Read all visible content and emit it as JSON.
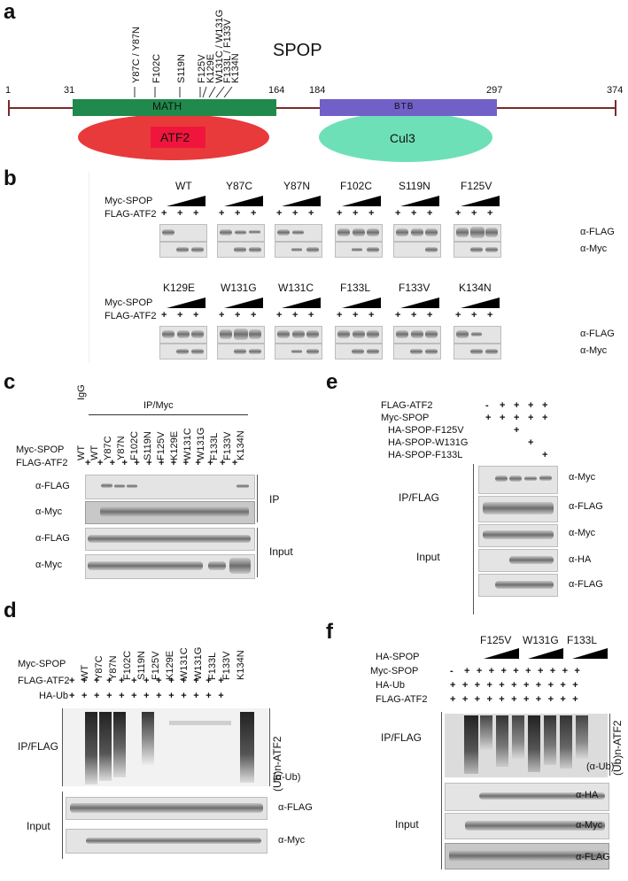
{
  "panels": {
    "a": "a",
    "b": "b",
    "c": "c",
    "d": "d",
    "e": "e",
    "f": "f"
  },
  "a": {
    "protein": "SPOP",
    "positions": [
      "1",
      "31",
      "164",
      "184",
      "297",
      "374"
    ],
    "domains": {
      "math": "MATH",
      "btb": "BTB"
    },
    "partners": {
      "atf2": "ATF2",
      "cul3": "Cul3"
    },
    "mutations": [
      "Y87C / Y87N",
      "F102C",
      "S119N",
      "F125V",
      "K129E",
      "W131C / W131G",
      "F133L / F133V",
      "K134N"
    ]
  },
  "b": {
    "row_labels": [
      "Myc-SPOP",
      "FLAG-ATF2"
    ],
    "top_groups": [
      "WT",
      "Y87C",
      "Y87N",
      "F102C",
      "S119N",
      "F125V"
    ],
    "bottom_groups": [
      "K129E",
      "W131G",
      "W131C",
      "F133L",
      "F133V",
      "K134N"
    ],
    "antibodies": [
      "α-FLAG",
      "α-Myc"
    ],
    "plus": "+"
  },
  "c": {
    "ip_header": "IP/Myc",
    "igg": "IgG",
    "lanes": [
      "WT",
      "WT",
      "Y87C",
      "Y87N",
      "F102C",
      "S119N",
      "F125V",
      "K129E",
      "W131C",
      "W131G",
      "F133L",
      "F133V",
      "K134N"
    ],
    "row_labels": [
      "Myc-SPOP",
      "FLAG-ATF2"
    ],
    "blots": [
      "α-FLAG",
      "α-Myc",
      "α-FLAG",
      "α-Myc"
    ],
    "sections": [
      "IP",
      "Input"
    ],
    "plus": "+"
  },
  "d": {
    "lanes": [
      "WT",
      "Y87C",
      "Y87N",
      "F102C",
      "S119N",
      "F125V",
      "K129E",
      "W131C",
      "W131G",
      "F133L",
      "F133V",
      "K134N"
    ],
    "row_labels": [
      "Myc-SPOP",
      "FLAG-ATF2",
      "HA-Ub"
    ],
    "sections": [
      "IP/FLAG",
      "Input"
    ],
    "ub_label": "(Ub)n-ATF2",
    "ub_sub": "(α-Ub)",
    "blots": [
      "α-FLAG",
      "α-Myc"
    ],
    "plus": "+"
  },
  "e": {
    "row_labels": [
      "FLAG-ATF2",
      "Myc-SPOP",
      "HA-SPOP-F125V",
      "HA-SPOP-W131G",
      "HA-SPOP-F133L"
    ],
    "sections": [
      "IP/FLAG",
      "Input"
    ],
    "blots": [
      "α-Myc",
      "α-FLAG",
      "α-Myc",
      "α-HA",
      "α-FLAG"
    ],
    "minus": "-",
    "plus": "+"
  },
  "f": {
    "groups": [
      "F125V",
      "W131G",
      "F133L"
    ],
    "row_labels": [
      "HA-SPOP",
      "Myc-SPOP",
      "HA-Ub",
      "FLAG-ATF2"
    ],
    "sections": [
      "IP/FLAG",
      "Input"
    ],
    "ub_label": "(Ub)n-ATF2",
    "ub_sub": "(α-Ub)",
    "blots": [
      "α-HA",
      "α-Myc",
      "α-FLAG"
    ],
    "minus": "-",
    "plus": "+"
  },
  "colors": {
    "math": "#1f8a4c",
    "btb": "#7060c8",
    "atf2": "#e83a3a",
    "cul3": "#6ee0b8",
    "line": "#7a2a2a"
  }
}
